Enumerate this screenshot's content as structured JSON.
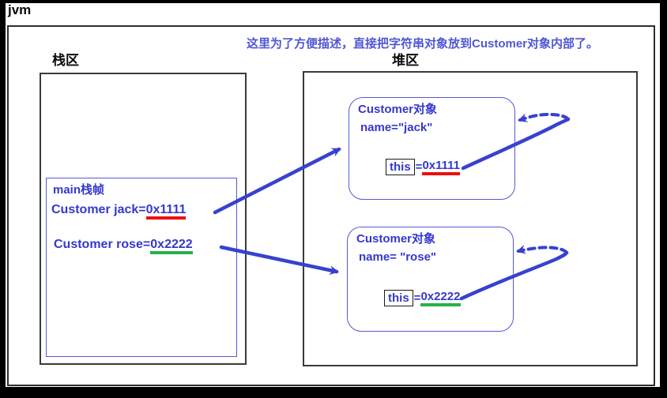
{
  "window": {
    "title": "jvm"
  },
  "annotation": "这里为了方便描述，直接把字符串对象放到Customer对象内部了。",
  "colors": {
    "arrow_blue": "#3742cf",
    "text_blue": "#3538cd",
    "annotation_blue": "#5156d4",
    "red_underline": "#ea100e",
    "green_underline": "#26b14b"
  },
  "stack": {
    "label": "栈区",
    "frame": {
      "title": "main栈帧",
      "vars": [
        {
          "decl": "Customer jack=",
          "value": "0x1111",
          "underline_color": "#ea100e"
        },
        {
          "decl": "Customer rose=",
          "value": "0x2222",
          "underline_color": "#26b14b"
        }
      ]
    }
  },
  "heap": {
    "label": "堆区",
    "objects": [
      {
        "title": "Customer对象",
        "field": "name=\"jack\"",
        "this_label": "this",
        "equals": "=",
        "address": "0x1111",
        "underline_color": "#ea100e"
      },
      {
        "title": "Customer对象",
        "field": "name= \"rose\"",
        "this_label": "this",
        "equals": "= ",
        "address": "0x2222",
        "underline_color": "#26b14b"
      }
    ]
  }
}
